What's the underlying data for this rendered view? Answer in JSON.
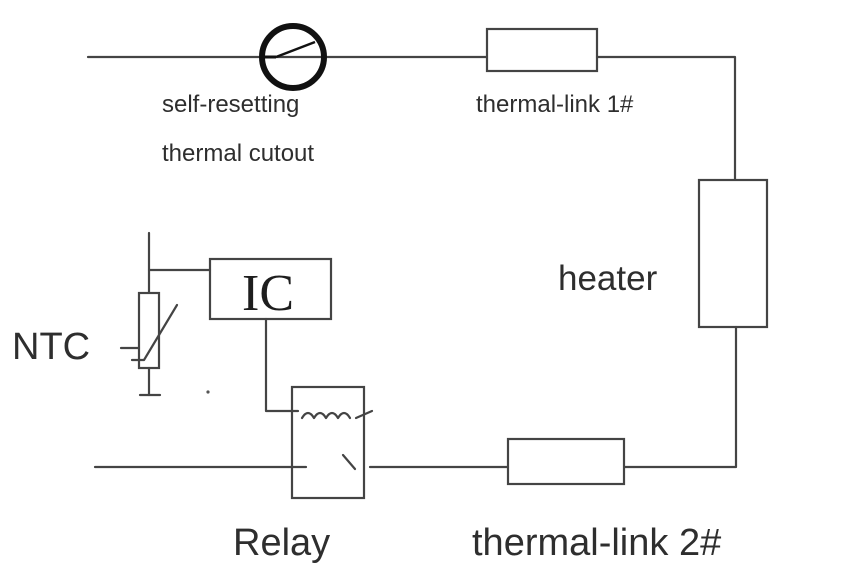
{
  "labels": {
    "cutout_line1": "self-resetting",
    "cutout_line2": "thermal cutout",
    "link1": "thermal-link 1#",
    "heater": "heater",
    "ic": "IC",
    "ntc": "NTC",
    "relay": "Relay",
    "link2": "thermal-link 2#"
  }
}
